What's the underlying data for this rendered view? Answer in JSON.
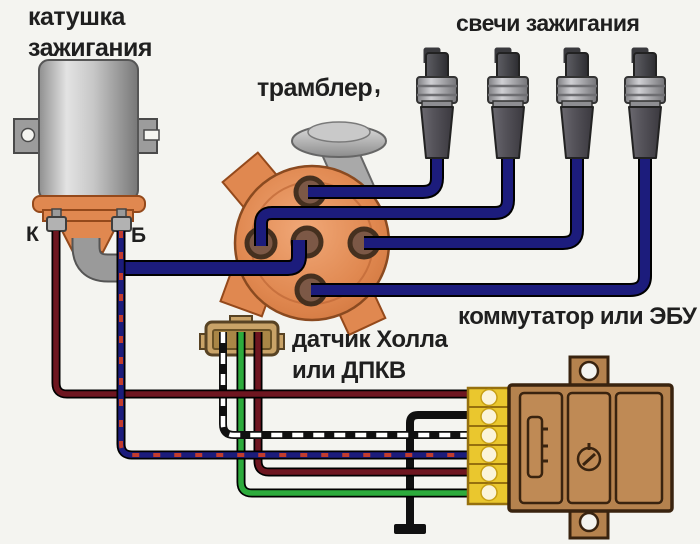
{
  "labels": {
    "coil": "катушка\nзажигания",
    "spark_plugs": "свечи зажигания",
    "distributor": "трамблер",
    "stray_comma": ",",
    "hall_sensor": "датчик Холла\nили ДПКВ",
    "ecu": "коммутатор или ЭБУ",
    "terminal_k": "К",
    "terminal_b": "Б"
  },
  "colors": {
    "background": "#f4f4f0",
    "wire_navy": "#1c1c7c",
    "wire_maroon": "#6e1620",
    "wire_green": "#2dab3c",
    "wire_black": "#101010",
    "dash_red": "#c23c2e",
    "orange": "#e08850",
    "orange_dark": "#94491b",
    "metal_gray": "#b9b9b9",
    "connector_tan": "#c9a368",
    "connector_tan_dark": "#584324",
    "yellow": "#eac72e",
    "yellow_dark": "#96700e",
    "pin_white": "#fbf4da",
    "ecu_brown": "#b5824e",
    "ecu_panel": "#bf8a55",
    "ecu_border": "#39230f",
    "socket_brown": "#7c5846",
    "socket_dark": "#45301f",
    "text": "#1f1f1f"
  }
}
